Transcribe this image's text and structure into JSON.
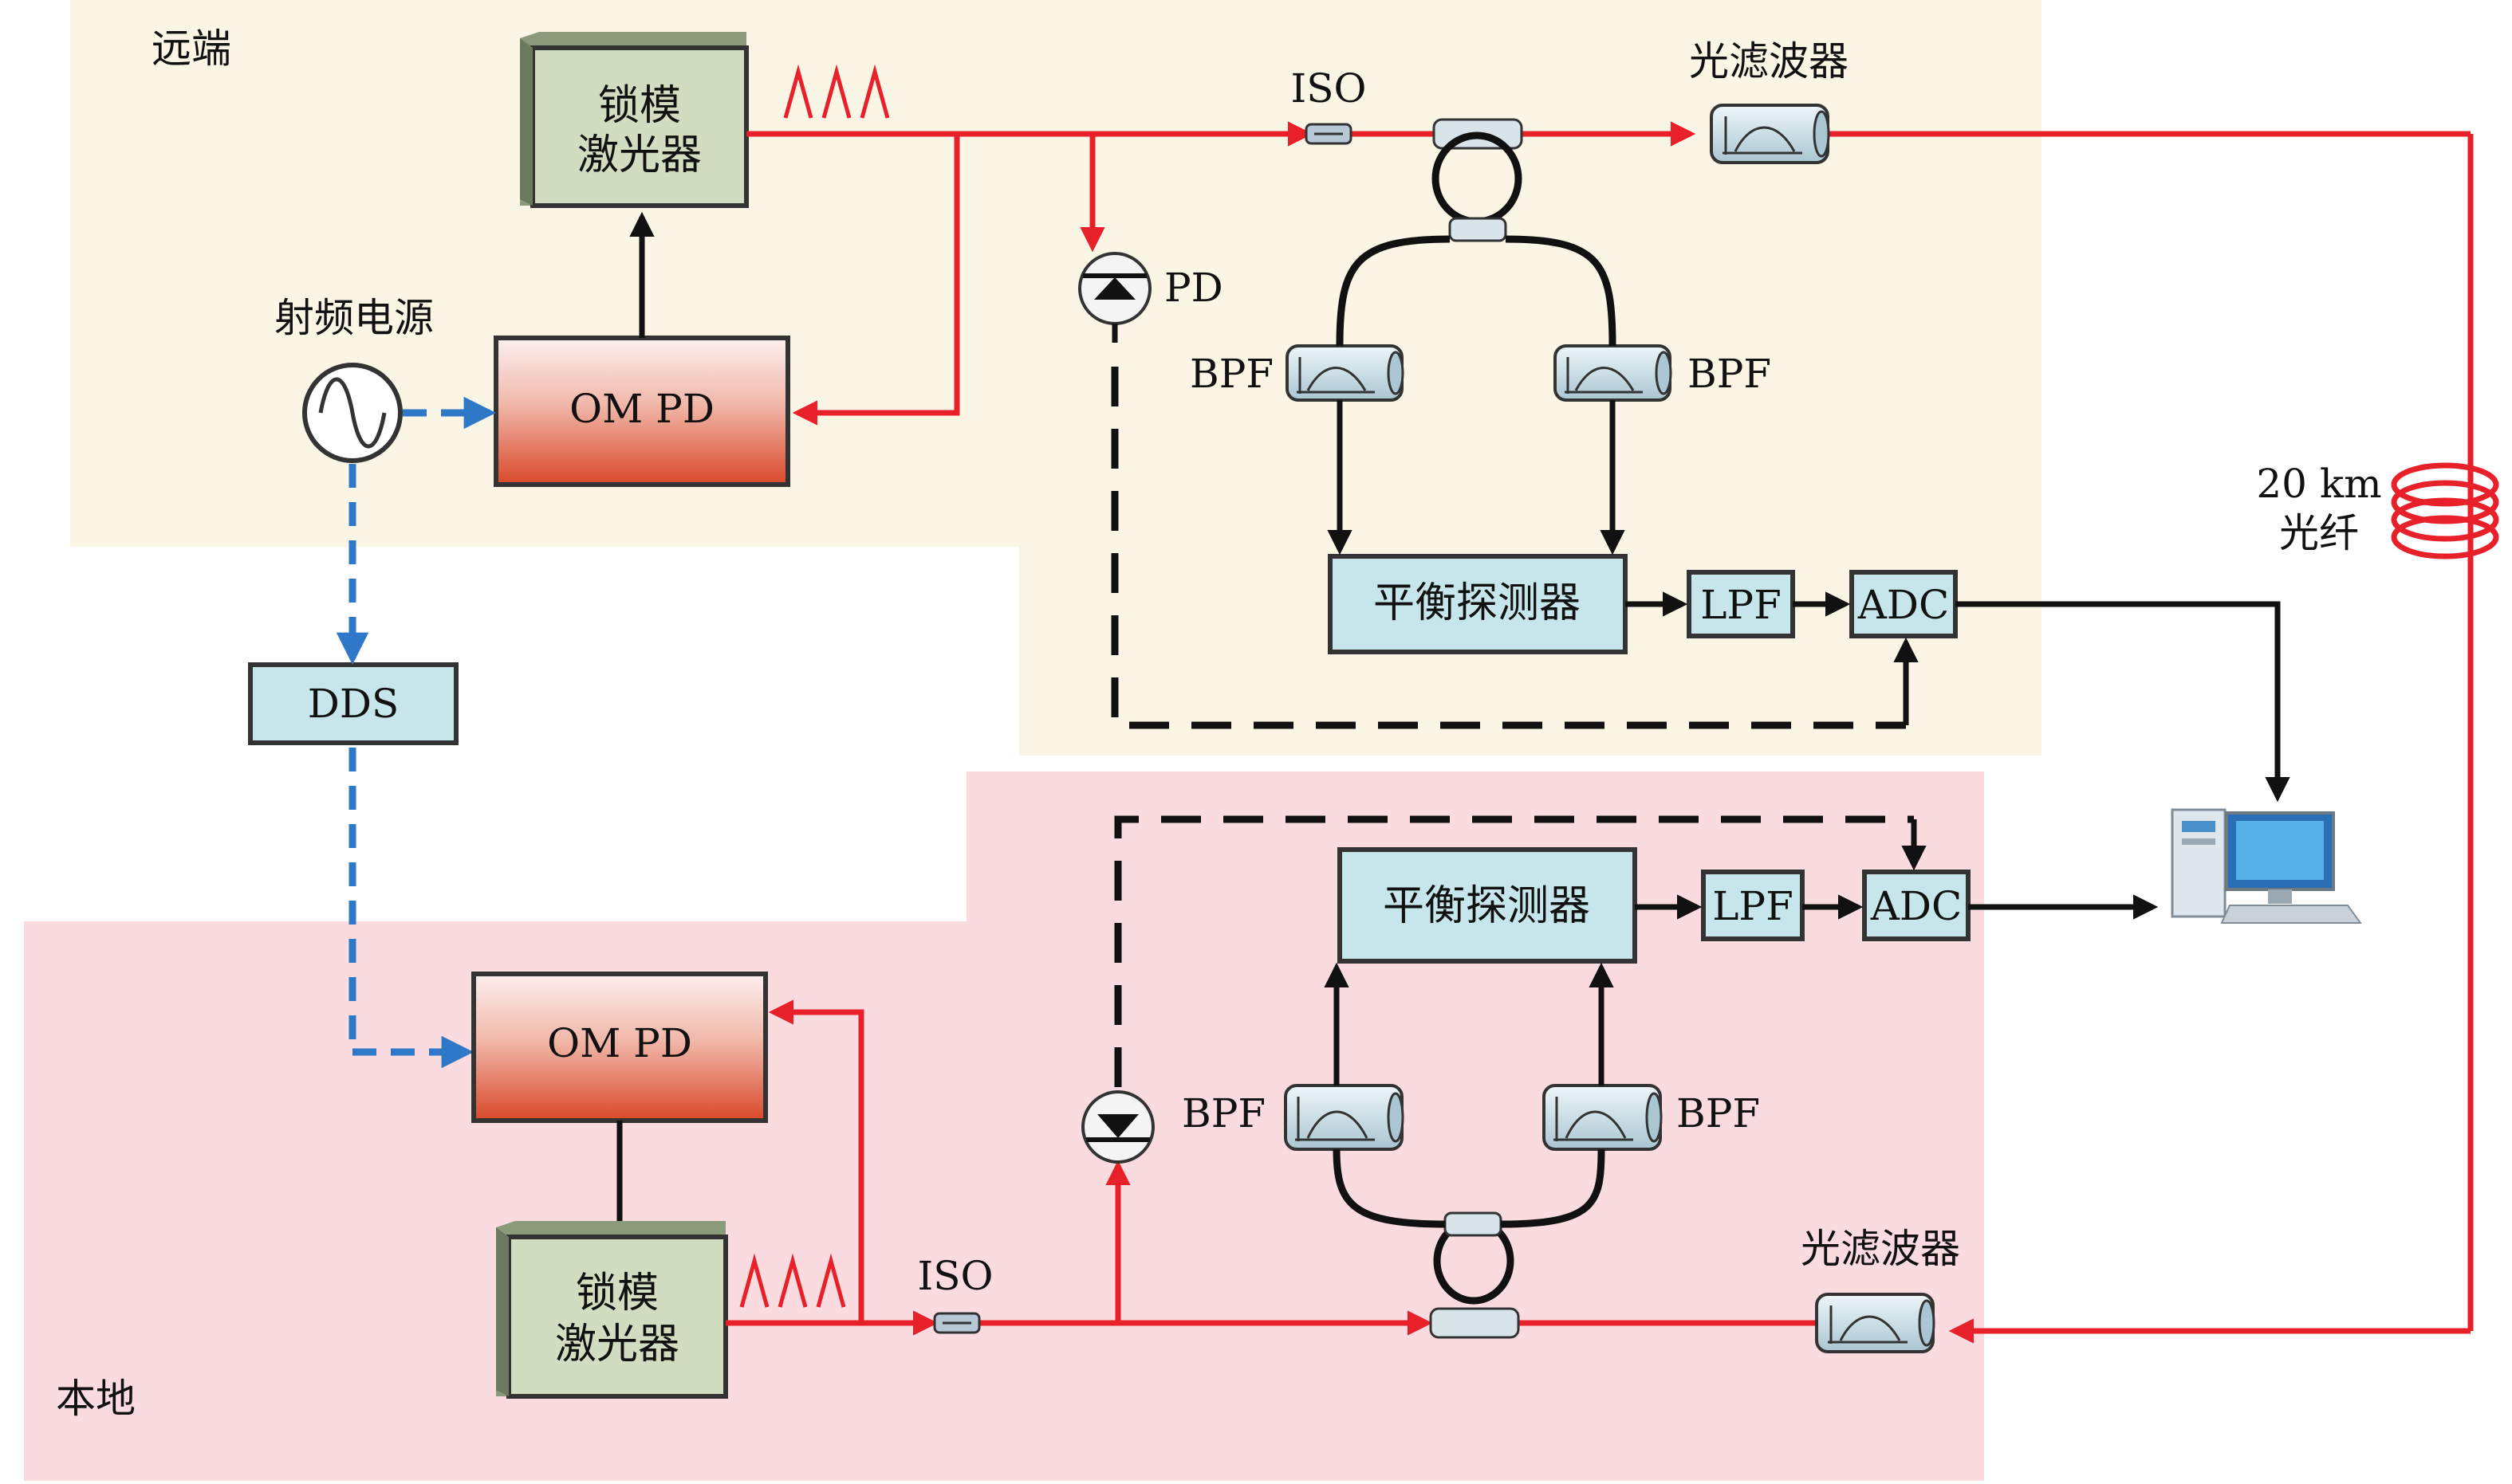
{
  "regions": {
    "remote_label": "远端",
    "local_label": "本地"
  },
  "remote": {
    "laser_line1": "锁模",
    "laser_line2": "激光器",
    "ompd": "OM PD",
    "rf_source": "射频电源",
    "iso": "ISO",
    "optical_filter": "光滤波器",
    "pd": "PD",
    "bpf_left": "BPF",
    "bpf_right": "BPF",
    "balanced_detector": "平衡探测器",
    "lpf": "LPF",
    "adc": "ADC"
  },
  "middle": {
    "dds": "DDS",
    "fiber_line1": "20 km",
    "fiber_line2": "光纤"
  },
  "local": {
    "laser_line1": "锁模",
    "laser_line2": "激光器",
    "ompd": "OM PD",
    "iso": "ISO",
    "optical_filter": "光滤波器",
    "bpf_left": "BPF",
    "bpf_right": "BPF",
    "balanced_detector": "平衡探测器",
    "lpf": "LPF",
    "adc": "ADC"
  },
  "colors": {
    "remote_bg": "#fbf5e6",
    "local_bg": "#fadbe0",
    "optical_path": "#e8202a",
    "rf_path": "#2f78c8",
    "electrical_path": "#111111",
    "laser_box": "#d2dcc0",
    "detector_box": "#c6e6ec",
    "ompd_top": "#fbefef",
    "ompd_bottom": "#d9482a"
  },
  "icons": [
    "sine-wave-icon",
    "photodiode-icon",
    "bandpass-filter-icon",
    "isolator-icon",
    "coupler-icon",
    "fiber-spool-icon",
    "computer-icon",
    "pulse-train-icon"
  ]
}
